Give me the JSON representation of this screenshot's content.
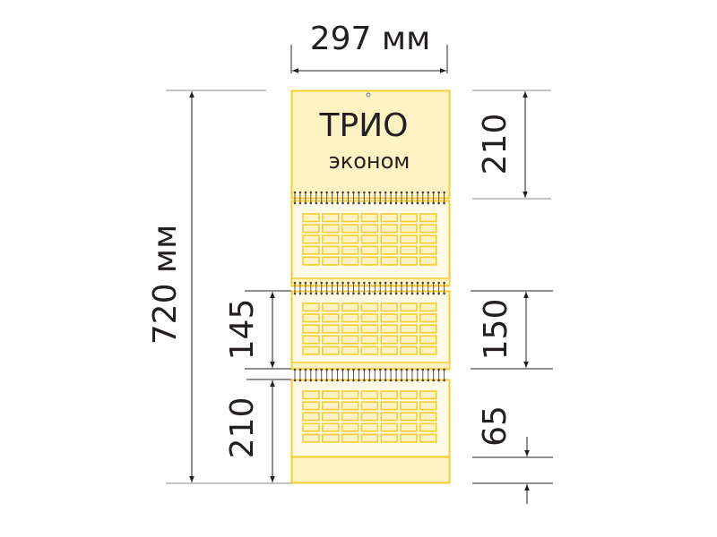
{
  "title": {
    "line1": "ТРИО",
    "line2": "эконом"
  },
  "dimensions": {
    "width_label": "297 мм",
    "total_height_label": "720 мм",
    "header_height_label": "210",
    "block_height_label": "150",
    "grid_height_label": "145",
    "bottom_block_label": "210",
    "strip_label": "65"
  },
  "colors": {
    "panel_fill": "#fff3c4",
    "panel_light": "#fffbe8",
    "border": "#f7cc2c",
    "line": "#231f20",
    "spiral": "#444444"
  },
  "calendar": {
    "blocks": 3,
    "grid_rows": 5,
    "grid_cols": 7
  }
}
